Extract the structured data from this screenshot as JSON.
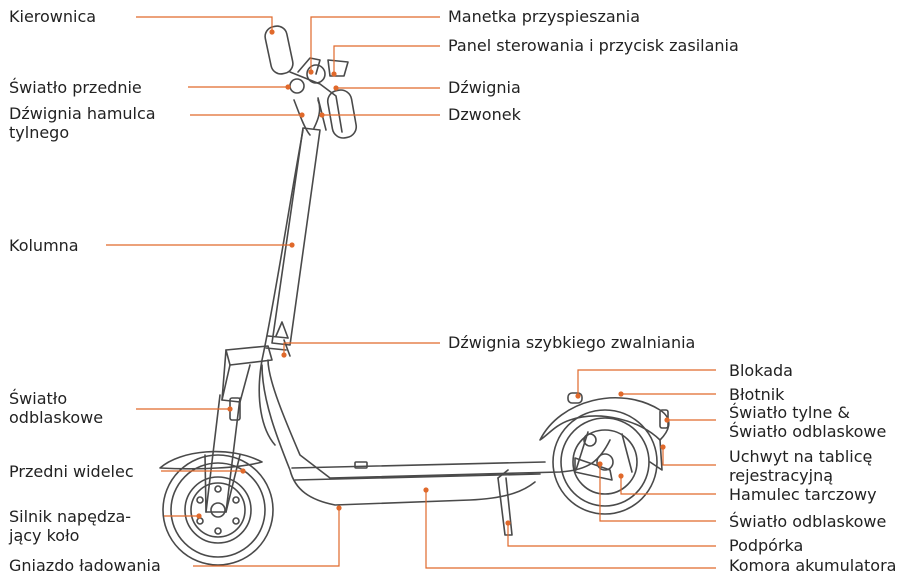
{
  "colors": {
    "leader": "#e0692b",
    "outline": "#4a4a4a",
    "text": "#222222"
  },
  "labels": {
    "handlebar": "Kierownica",
    "front_light": "Światło przednie",
    "rear_brake_lever": "Dźwignia hamulca\ntylnego",
    "stem": "Kolumna",
    "reflector_left": "Światło\nodblaskowe",
    "front_fork": "Przedni widelec",
    "hub_motor": "Silnik napędza-\njący koło",
    "charging_port": "Gniazdo ładowania",
    "throttle": "Manetka przyspieszania",
    "dashboard": "Panel sterowania i przycisk zasilania",
    "lever": "Dźwignia",
    "bell": "Dzwonek",
    "quick_release": "Dźwignia szybkiego zwalniania",
    "lock": "Blokada",
    "mudguard": "Błotnik",
    "tail_light": "Światło tylne &\nŚwiatło odblaskowe",
    "plate_holder": "Uchwyt na tablicę\nrejestracyjną",
    "disc_brake": "Hamulec tarczowy",
    "reflector_rear": "Światło odblaskowe",
    "kickstand": "Podpórka",
    "battery": "Komora akumulatora"
  }
}
